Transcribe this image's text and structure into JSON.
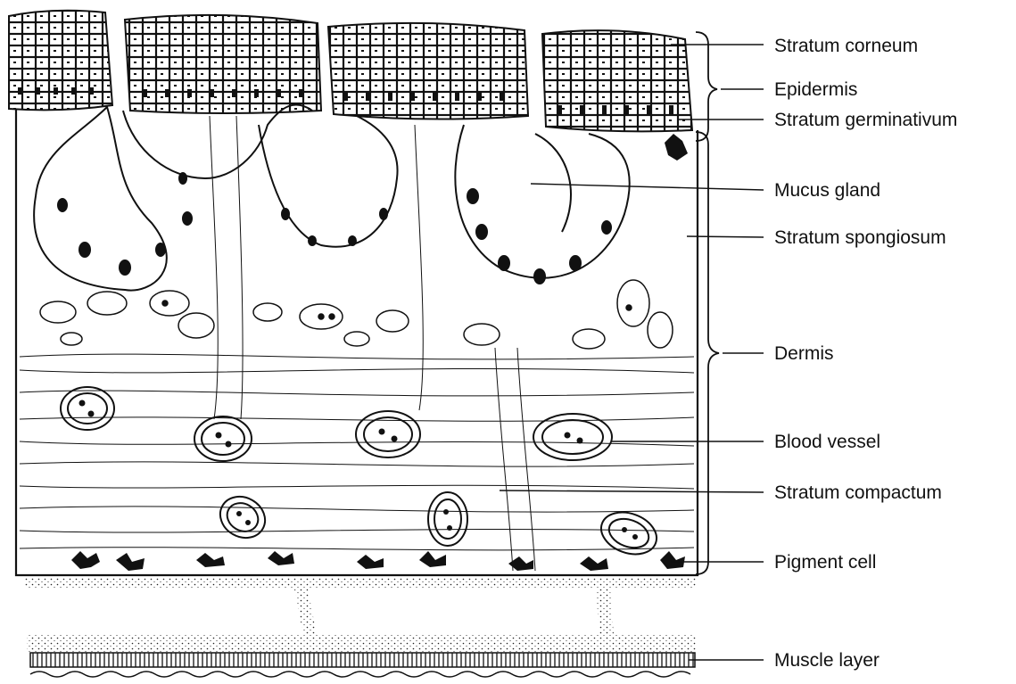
{
  "labels": {
    "stratum_corneum": "Stratum corneum",
    "epidermis": "Epidermis",
    "stratum_germinativum": "Stratum germinativum",
    "mucus_gland": "Mucus gland",
    "stratum_spongiosum": "Stratum spongiosum",
    "dermis": "Dermis",
    "blood_vessel": "Blood vessel",
    "stratum_compactum": "Stratum compactum",
    "pigment_cell": "Pigment cell",
    "muscle_layer": "Muscle layer"
  },
  "colors": {
    "ink": "#111111",
    "paper": "#ffffff"
  }
}
